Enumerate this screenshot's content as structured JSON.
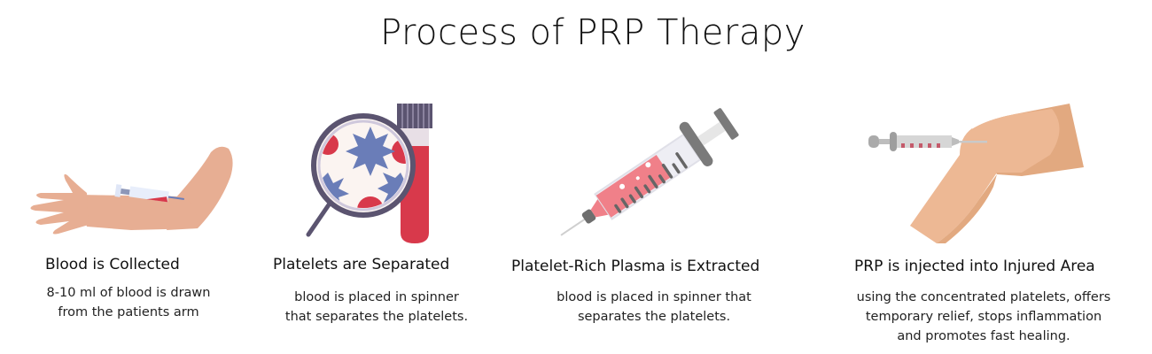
{
  "title": "Process of PRP Therapy",
  "colors": {
    "skin": "#e7ae93",
    "skin_leg": "#edb894",
    "skin_leg_shadow": "#e2a980",
    "blood_red": "#d8394b",
    "plasma_pink": "#f08089",
    "platelet_blue": "#6a7db8",
    "lens_frame": "#5b5470",
    "syringe_gray": "#7a7a7a"
  },
  "steps": [
    {
      "icon": "arm-blood-draw-icon",
      "title": "Blood is Collected",
      "description": "8-10 ml of blood is drawn\nfrom the patients arm"
    },
    {
      "icon": "magnifier-blood-tube-icon",
      "title": "Platelets are Separated",
      "description": "blood is placed in spinner\nthat separates the platelets."
    },
    {
      "icon": "syringe-plasma-icon",
      "title": "Platelet-Rich Plasma is Extracted",
      "description": "blood is placed in spinner that\nseparates the platelets."
    },
    {
      "icon": "knee-injection-icon",
      "title": "PRP is injected into Injured Area",
      "description": "using the concentrated platelets, offers\ntemporary relief, stops inflammation\nand promotes fast healing."
    }
  ]
}
